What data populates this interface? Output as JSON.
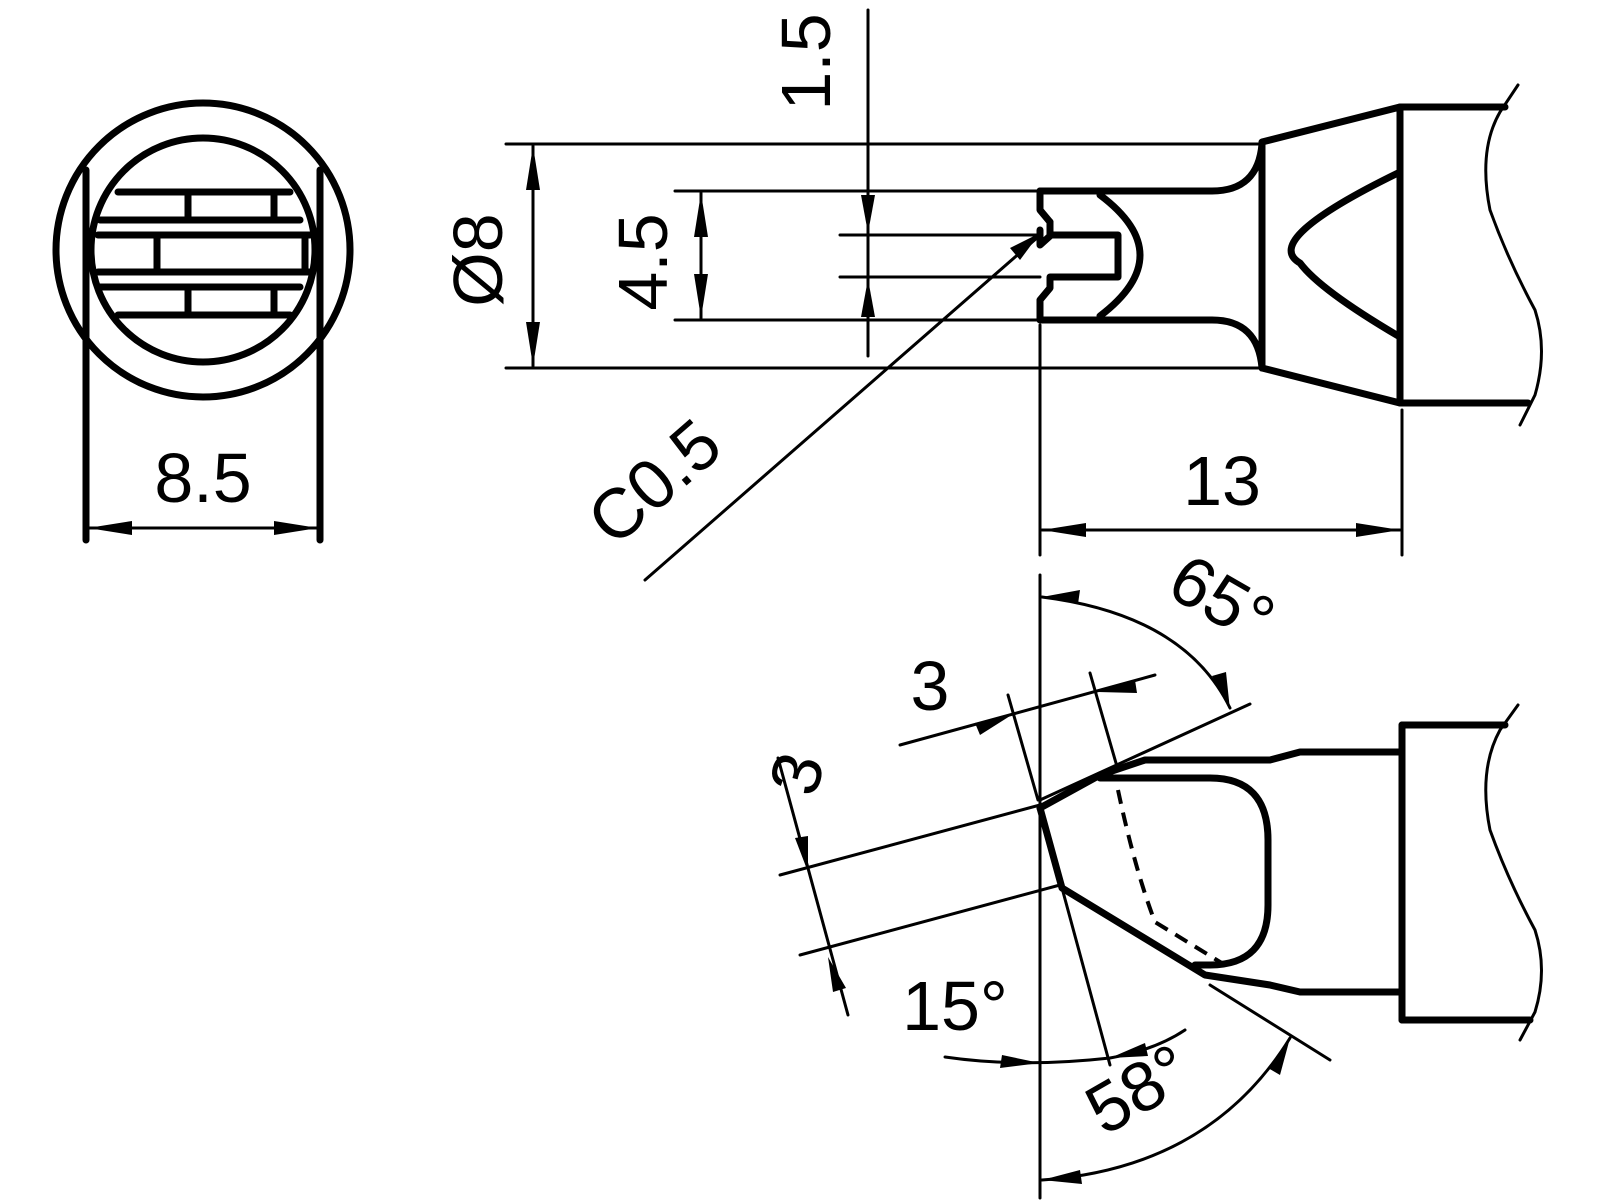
{
  "drawing": {
    "type": "technical-drawing",
    "subject": "soldering tip dimensions",
    "colors": {
      "line": "#000000",
      "background": "#ffffff"
    },
    "end_view": {
      "width_dim": "8.5"
    },
    "side_view": {
      "diameter_dim": "Ø8",
      "slot_height_dim": "4.5",
      "slot_gap_dim": "1.5",
      "chamfer_dim": "C0.5",
      "length_dim": "13"
    },
    "bottom_view": {
      "top_angle_dim": "65°",
      "face_width_dim": "3",
      "face_offset_dim": "3",
      "tilt_angle_dim": "15°",
      "bottom_angle_dim": "58°"
    }
  }
}
